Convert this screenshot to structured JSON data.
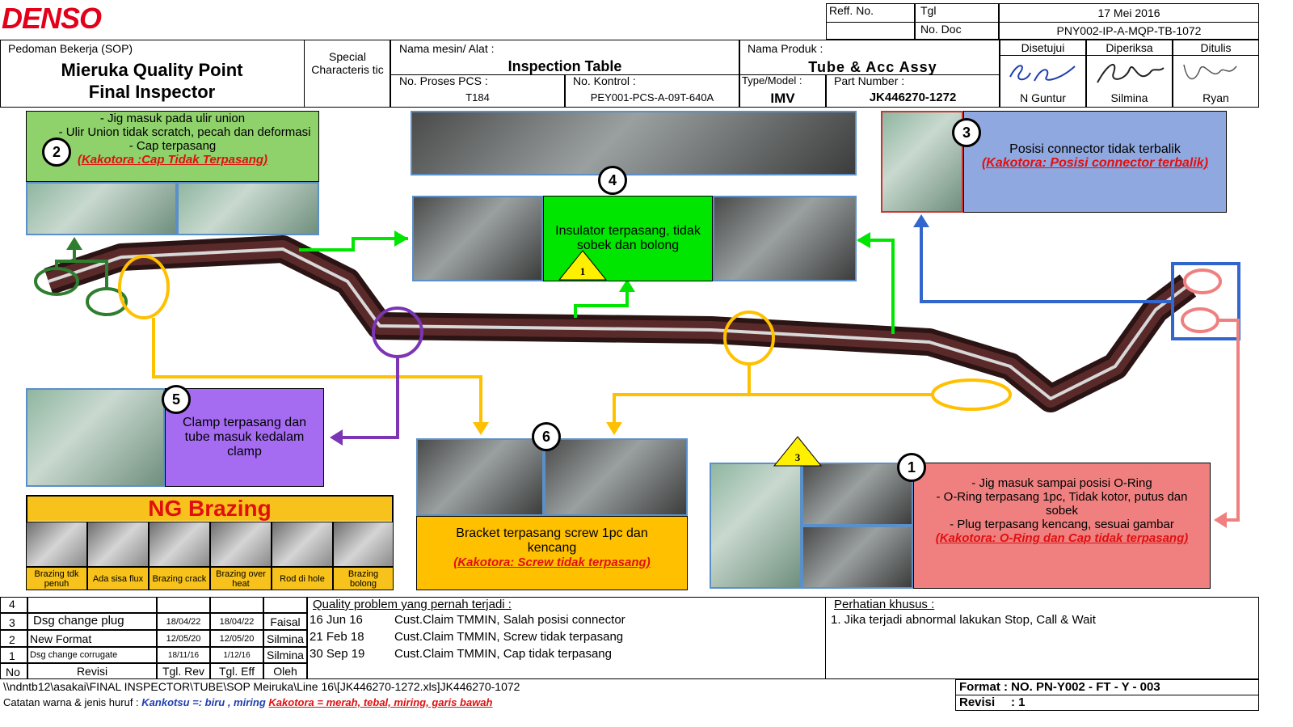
{
  "header": {
    "logo": "DENSO",
    "reff_no_label": "Reff. No.",
    "tgl_label": "Tgl",
    "tgl_value": "17 Mei 2016",
    "no_doc_label": "No. Doc",
    "no_doc_value": "PNY002-IP-A-MQP-TB-1072",
    "sop_label": "Pedoman Bekerja (SOP)",
    "title_line1": "Mieruka Quality Point",
    "title_line2": "Final Inspector",
    "special_char": "Special Characteris tic",
    "nama_mesin_label": "Nama mesin/ Alat :",
    "nama_mesin_value": "Inspection Table",
    "no_proses_label": "No. Proses PCS :",
    "no_proses_value": "T184",
    "no_kontrol_label": "No. Kontrol :",
    "no_kontrol_value": "PEY001-PCS-A-09T-640A",
    "nama_produk_label": "Nama Produk :",
    "nama_produk_value": "Tube & Acc Assy",
    "type_model_label": "Type/Model :",
    "type_model_value": "IMV",
    "part_number_label": "Part Number :",
    "part_number_value": "JK446270-1272",
    "disetujui_label": "Disetujui",
    "diperiksa_label": "Diperiksa",
    "ditulis_label": "Ditulis",
    "disetujui_name": "N Guntur",
    "diperiksa_name": "Silmina",
    "ditulis_name": "Ryan"
  },
  "points": {
    "p2": {
      "num": "2",
      "l1": "- Jig masuk pada ulir union",
      "l2": "- Ulir Union tidak scratch, pecah dan deformasi",
      "l3": "- Cap terpasang",
      "kako": "(Kakotora :Cap Tidak Terpasang)"
    },
    "p4": {
      "num": "4",
      "text": "Insulator terpasang, tidak sobek dan bolong",
      "tri": "1"
    },
    "p3": {
      "num": "3",
      "text": "Posisi connector tidak terbalik",
      "kako": "(Kakotora: Posisi connector terbalik)"
    },
    "p5": {
      "num": "5",
      "text": "Clamp terpasang dan tube masuk kedalam clamp"
    },
    "p6": {
      "num": "6",
      "text": "Bracket terpasang screw 1pc dan kencang",
      "kako": "(Kakotora: Screw tidak terpasang)"
    },
    "p1": {
      "num": "1",
      "tri": "3",
      "l1": "- Jig masuk sampai posisi O-Ring",
      "l2": "- O-Ring terpasang 1pc, Tidak kotor, putus dan sobek",
      "l3": "- Plug terpasang kencang, sesuai gambar",
      "kako": "(Kakotora: O-Ring dan Cap tidak terpasang)"
    }
  },
  "ng_brazing": {
    "title": "NG Brazing",
    "items": [
      "Brazing tdk penuh",
      "Ada sisa flux",
      "Brazing crack",
      "Brazing over heat",
      "Rod di hole",
      "Brazing bolong"
    ]
  },
  "revisions": {
    "headers": [
      "No",
      "Revisi",
      "Tgl. Rev",
      "Tgl. Eff",
      "Oleh"
    ],
    "rows": [
      {
        "no": "4",
        "rev": "",
        "tgl_rev": "",
        "tgl_eff": "",
        "oleh": ""
      },
      {
        "no": "3",
        "rev": "Dsg change plug",
        "tgl_rev": "18/04/22",
        "tgl_eff": "18/04/22",
        "oleh": "Faisal"
      },
      {
        "no": "2",
        "rev": "New Format",
        "tgl_rev": "12/05/20",
        "tgl_eff": "12/05/20",
        "oleh": "Silmina"
      },
      {
        "no": "1",
        "rev": "Dsg change corrugate",
        "tgl_rev": "18/11/16",
        "tgl_eff": "1/12/16",
        "oleh": "Silmina"
      }
    ]
  },
  "quality": {
    "title": "Quality problem yang pernah terjadi :",
    "rows": [
      {
        "date": "16 Jun 16",
        "text": "Cust.Claim TMMIN, Salah posisi connector"
      },
      {
        "date": "21 Feb 18",
        "text": "Cust.Claim TMMIN, Screw tidak terpasang"
      },
      {
        "date": "30 Sep 19",
        "text": "Cust.Claim TMMIN, Cap tidak terpasang"
      }
    ]
  },
  "perhatian": {
    "title": "Perhatian khusus :",
    "text": "1. Jika terjadi abnormal lakukan Stop, Call & Wait"
  },
  "footer": {
    "path": "\\\\ndntb12\\asakai\\FINAL INSPECTOR\\TUBE\\SOP Meiruka\\Line 16\\[JK446270-1272.xls]JK446270-1072",
    "catatan_label": "Catatan warna & jenis huruf :",
    "kankotsu": "Kankotsu =: biru , miring",
    "kakotora": "Kakotora = merah, tebal, miring, garis bawah",
    "format": "Format : NO. PN-Y002 - FT - Y - 003",
    "revisi_label": "Revisi",
    "revisi_value": ": 1"
  },
  "colors": {
    "green": "#8fd16b",
    "bright_green": "#00e600",
    "blue": "#8fa8e0",
    "purple": "#a56cf2",
    "orange": "#ffc000",
    "pink": "#f08080",
    "red_text": "#e01010"
  }
}
